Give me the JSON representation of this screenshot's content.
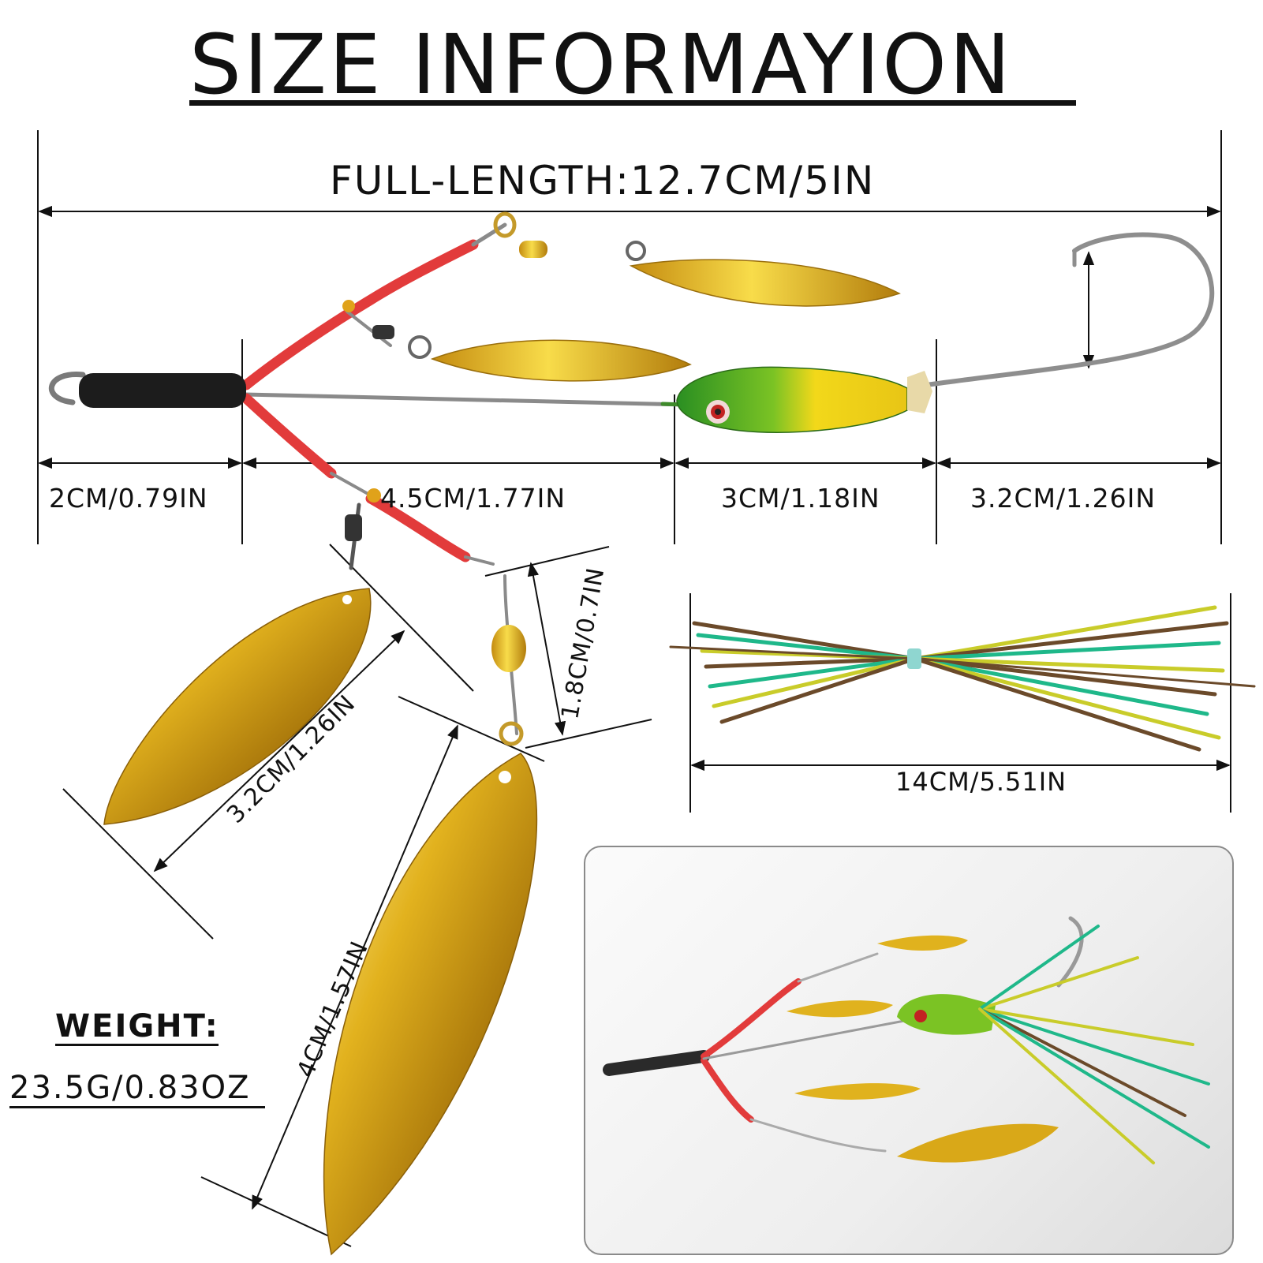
{
  "title": "SIZE INFORMAYION",
  "dimensions": {
    "full_length": "FULL-LENGTH:12.7CM/5IN",
    "segment_1": "2CM/0.79IN",
    "segment_2": "4.5CM/1.77IN",
    "segment_3": "3CM/1.18IN",
    "segment_4": "3.2CM/1.26IN",
    "small_blade": "3.2CM/1.26IN",
    "swivel": "1.8CM/0.7IN",
    "large_blade": "4CM/1.57IN",
    "skirt": "14CM/5.51IN"
  },
  "weight": {
    "label": "WEIGHT:",
    "value": "23.5G/0.83OZ"
  },
  "colors": {
    "gold": "#d4a417",
    "red_tube": "#e23b3b",
    "black_sleeve": "#1c1c1c",
    "head_green": "#2e9e2a",
    "head_yellow": "#f2d21a",
    "skirt_green": "#1fb88a",
    "skirt_yellow": "#c9cc2a",
    "skirt_brown": "#6b4a2a"
  },
  "icons": {
    "lure": "spinnerbait-lure-icon",
    "skirt": "silicone-skirt-icon",
    "photo": "lure-photo-icon"
  }
}
